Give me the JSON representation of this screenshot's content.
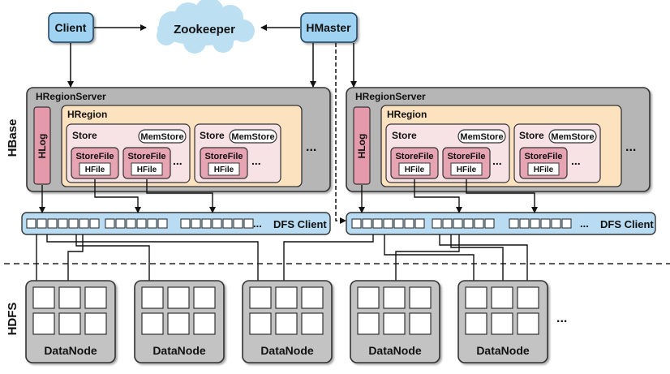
{
  "labels": {
    "client": "Client",
    "zookeeper": "Zookeeper",
    "hmaster": "HMaster",
    "hbase": "HBase",
    "hdfs": "HDFS",
    "hregionserver": "HRegionServer",
    "hregion": "HRegion",
    "hlog": "HLog",
    "store": "Store",
    "memstore": "MemStore",
    "storefile": "StoreFile",
    "hfile": "HFile",
    "ellipsis": "...",
    "dfs_client": "DFS Client",
    "datanode": "DataNode"
  },
  "colors": {
    "blue_node": "#9fd3f1",
    "cloud": "#bcdff2",
    "region_server": "#b6b6b6",
    "hregion": "#fde2c0",
    "store": "#f7e2e6",
    "storefile": "#e7a4b3",
    "hlog": "#e59aac",
    "dfs_bar": "#b9dcf3",
    "datanode": "#c3c3c3"
  }
}
